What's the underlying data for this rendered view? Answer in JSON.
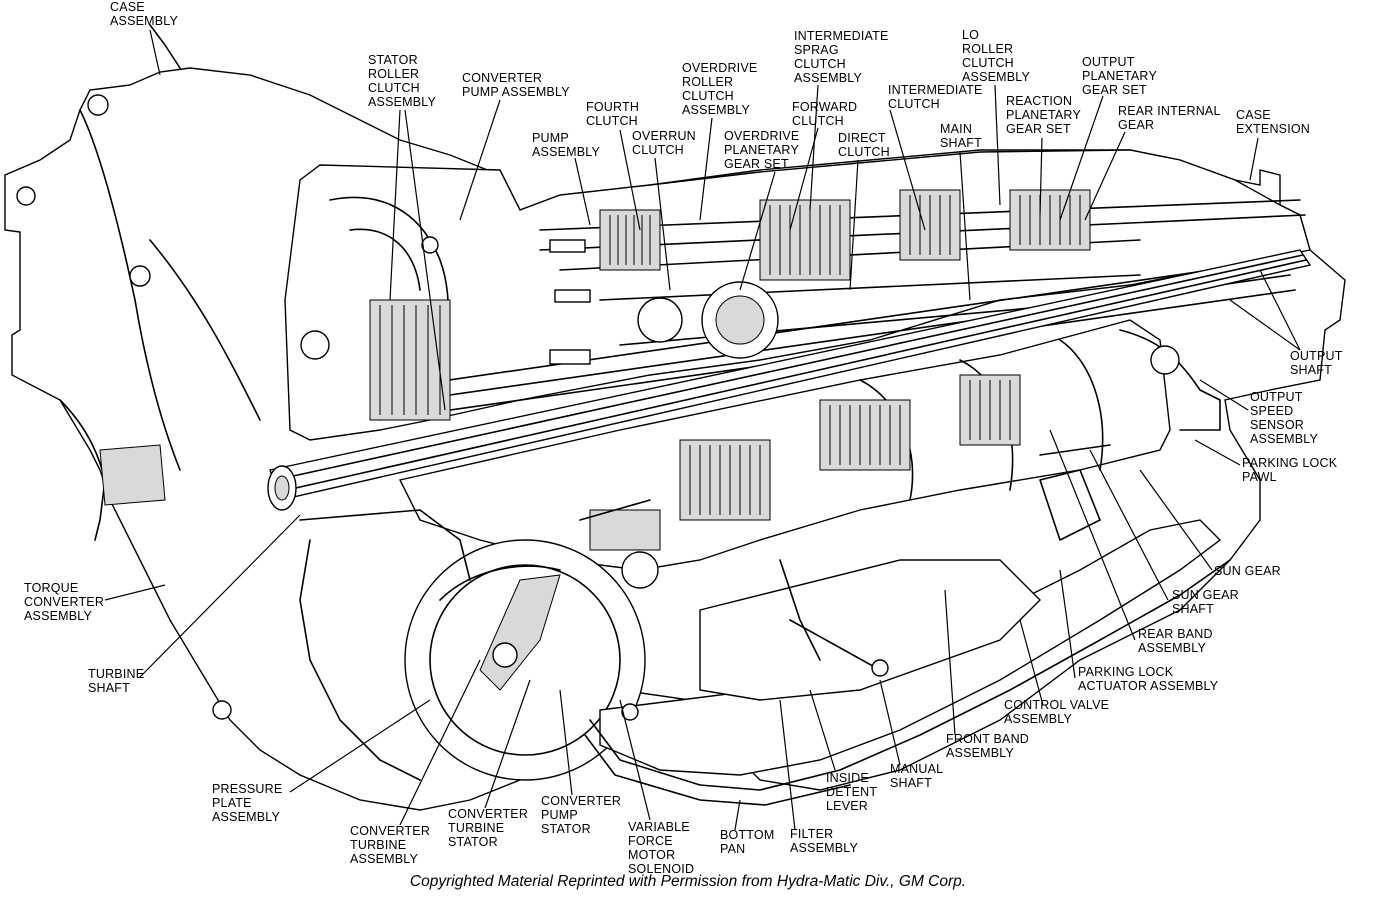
{
  "labels": [
    {
      "id": "case-assembly",
      "text": "CASE\nASSEMBLY"
    },
    {
      "id": "stator-roller-clutch",
      "text": "STATOR\nROLLER\nCLUTCH\nASSEMBLY"
    },
    {
      "id": "converter-pump-assembly",
      "text": "CONVERTER\nPUMP ASSEMBLY"
    },
    {
      "id": "fourth-clutch",
      "text": "FOURTH\nCLUTCH"
    },
    {
      "id": "pump-assembly",
      "text": "PUMP\nASSEMBLY"
    },
    {
      "id": "overrun-clutch",
      "text": "OVERRUN\nCLUTCH"
    },
    {
      "id": "overdrive-roller-clutch",
      "text": "OVERDRIVE\nROLLER\nCLUTCH\nASSEMBLY"
    },
    {
      "id": "overdrive-planetary",
      "text": "OVERDRIVE\nPLANETARY\nGEAR SET"
    },
    {
      "id": "intermediate-sprag",
      "text": "INTERMEDIATE\nSPRAG\nCLUTCH\nASSEMBLY"
    },
    {
      "id": "forward-clutch",
      "text": "FORWARD\nCLUTCH"
    },
    {
      "id": "direct-clutch",
      "text": "DIRECT\nCLUTCH"
    },
    {
      "id": "intermediate-clutch",
      "text": "INTERMEDIATE\nCLUTCH"
    },
    {
      "id": "lo-roller-clutch",
      "text": "LO\nROLLER\nCLUTCH\nASSEMBLY"
    },
    {
      "id": "main-shaft",
      "text": "MAIN\nSHAFT"
    },
    {
      "id": "reaction-planetary",
      "text": "REACTION\nPLANETARY\nGEAR SET"
    },
    {
      "id": "output-planetary",
      "text": "OUTPUT\nPLANETARY\nGEAR SET"
    },
    {
      "id": "rear-internal-gear",
      "text": "REAR INTERNAL\nGEAR"
    },
    {
      "id": "case-extension",
      "text": "CASE\nEXTENSION"
    },
    {
      "id": "output-shaft",
      "text": "OUTPUT\nSHAFT"
    },
    {
      "id": "output-speed-sensor",
      "text": "OUTPUT\nSPEED\nSENSOR\nASSEMBLY"
    },
    {
      "id": "parking-lock-pawl",
      "text": "PARKING LOCK\nPAWL"
    },
    {
      "id": "sun-gear",
      "text": "SUN GEAR"
    },
    {
      "id": "sun-gear-shaft",
      "text": "SUN GEAR\nSHAFT"
    },
    {
      "id": "rear-band-assembly",
      "text": "REAR BAND\nASSEMBLY"
    },
    {
      "id": "parking-lock-actuator",
      "text": "PARKING LOCK\nACTUATOR ASSEMBLY"
    },
    {
      "id": "control-valve-assembly",
      "text": "CONTROL VALVE\nASSEMBLY"
    },
    {
      "id": "front-band-assembly",
      "text": "FRONT BAND\nASSEMBLY"
    },
    {
      "id": "manual-shaft",
      "text": "MANUAL\nSHAFT"
    },
    {
      "id": "inside-detent-lever",
      "text": "INSIDE\nDETENT\nLEVER"
    },
    {
      "id": "filter-assembly",
      "text": "FILTER\nASSEMBLY"
    },
    {
      "id": "bottom-pan",
      "text": "BOTTOM\nPAN"
    },
    {
      "id": "variable-force-motor-solenoid",
      "text": "VARIABLE\nFORCE\nMOTOR\nSOLENOID"
    },
    {
      "id": "converter-pump-stator",
      "text": "CONVERTER\nPUMP\nSTATOR"
    },
    {
      "id": "converter-turbine-stator",
      "text": "CONVERTER\nTURBINE\nSTATOR"
    },
    {
      "id": "converter-turbine-assembly",
      "text": "CONVERTER\nTURBINE\nASSEMBLY"
    },
    {
      "id": "pressure-plate-assembly",
      "text": "PRESSURE\nPLATE\nASSEMBLY"
    },
    {
      "id": "turbine-shaft",
      "text": "TURBINE\nSHAFT"
    },
    {
      "id": "torque-converter-assembly",
      "text": "TORQUE\nCONVERTER\nASSEMBLY"
    }
  ],
  "caption": "Copyrighted Material Reprinted with Permission from Hydra-Matic Div., GM Corp."
}
